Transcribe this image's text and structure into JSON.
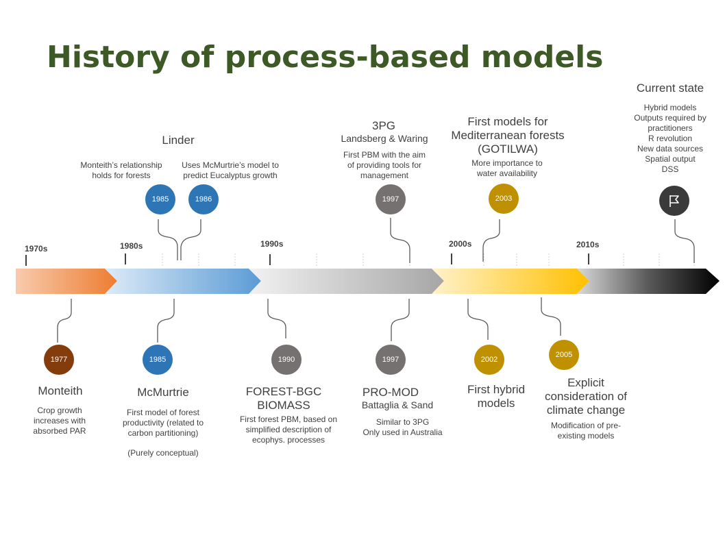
{
  "title": "History of process-based models",
  "decades": [
    "1970s",
    "1980s",
    "1990s",
    "2000s",
    "2010s"
  ],
  "top_events": [
    {
      "group": "Linder",
      "left_desc": [
        "Monteith’s relationship",
        "holds for forests"
      ],
      "right_desc": [
        "Uses McMurtrie’s model to",
        "predict Eucalyptus growth"
      ],
      "year_left": "1985",
      "year_right": "1986"
    },
    {
      "name": "3PG",
      "sub": "Landsberg & Waring",
      "desc": [
        "First PBM with the aim",
        "of providing tools for",
        "management"
      ],
      "year": "1997"
    },
    {
      "name": [
        "First models for",
        "Mediterranean forests",
        "(GOTILWA)"
      ],
      "desc": [
        "More importance to",
        "water availability"
      ],
      "year": "2003"
    },
    {
      "name": "Current state",
      "desc": [
        "Hybrid models",
        "Outputs required by",
        "practitioners",
        "R revolution",
        "New data sources",
        "Spatial output",
        "DSS"
      ]
    }
  ],
  "bottom_events": [
    {
      "year": "1977",
      "name": "Monteith",
      "desc": [
        "Crop growth",
        "increases with",
        "absorbed PAR"
      ]
    },
    {
      "year": "1985",
      "name": "McMurtrie",
      "desc": [
        "First model of forest",
        "productivity (related to",
        "carbon partitioning)"
      ],
      "note": "(Purely conceptual)"
    },
    {
      "year": "1990",
      "name": [
        "FOREST-BGC",
        "BIOMASS"
      ],
      "desc": [
        "First forest PBM, based on",
        "simplified description of",
        "ecophys. processes"
      ]
    },
    {
      "year": "1997",
      "name": "PRO-MOD",
      "sub": "Battaglia & Sand",
      "desc": [
        "Similar to 3PG",
        "Only used in Australia"
      ]
    },
    {
      "year": "2002",
      "name": [
        "First hybrid",
        "models"
      ]
    },
    {
      "year": "2005",
      "name": [
        "Explicit",
        "consideration of",
        "climate change"
      ],
      "desc": [
        "Modification of pre-",
        "existing models"
      ]
    }
  ],
  "colors": {
    "title": "#3d5a26",
    "brown": "#843c0c",
    "blue": "#2e75b6",
    "grey": "#767171",
    "gold": "#bf9000",
    "dark": "#3a3a3a"
  },
  "icons": {
    "current_state": "flag-icon"
  }
}
